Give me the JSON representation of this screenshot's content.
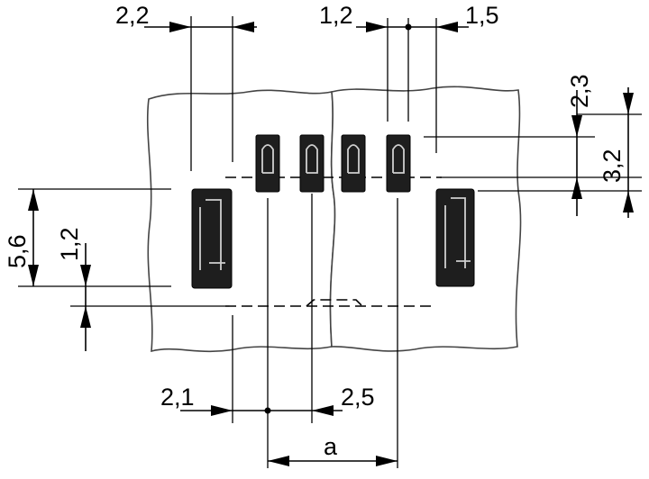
{
  "dimensions": {
    "top_left_spacing": "2,2",
    "top_pin_width": "1,2",
    "top_pin_gap": "1,5",
    "right_upper": "2,3",
    "right_lower": "3,2",
    "left_outer": "5,6",
    "left_inner": "1,2",
    "bottom_left": "2,1",
    "bottom_right": "2,5",
    "pitch": "a"
  }
}
